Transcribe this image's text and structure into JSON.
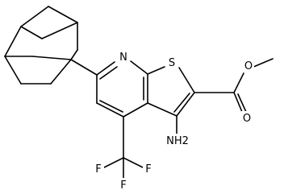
{
  "atoms": {
    "N": "N",
    "S": "S",
    "O_carbonyl": "O",
    "O_ester": "O",
    "NH2": "NH2",
    "F1": "F",
    "F2": "F",
    "F3": "F"
  },
  "colors": {
    "bond": "#000000",
    "text": "#000000",
    "background": "#ffffff"
  }
}
